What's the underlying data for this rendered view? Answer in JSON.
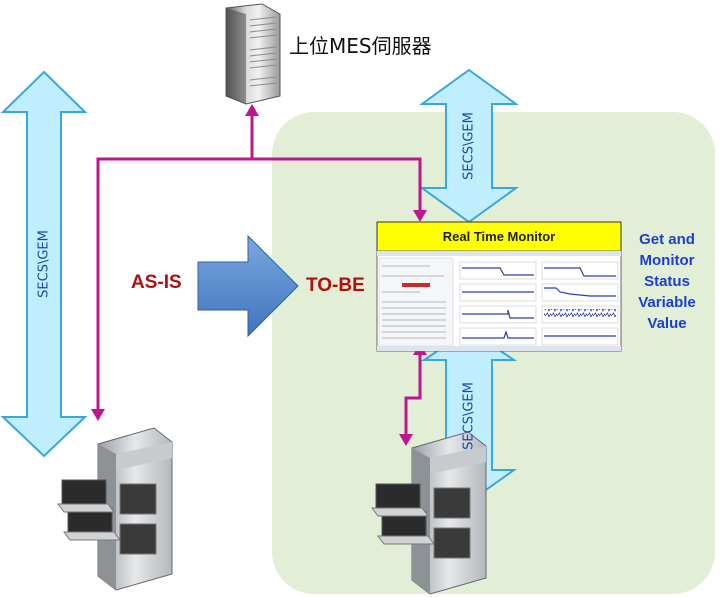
{
  "labels": {
    "server": "上位MES伺服器",
    "as_is": "AS-IS",
    "to_be": "TO-BE",
    "secs_gem": "SECS\\GEM",
    "monitor_title": "Real Time Monitor",
    "status_variable": [
      "Get and",
      "Monitor",
      "Status",
      "Variable",
      "Value"
    ]
  },
  "colors": {
    "region_fill": "#e2eed5",
    "arrow_fill": "#bfeeff",
    "arrow_stroke": "#3aa6e0",
    "link": "#c0168c",
    "big_arrow": "#5b8fd0",
    "title_bar": "#ffff00",
    "label_red": "#b01010",
    "label_blue": "#1a3fd6"
  },
  "icons": [
    "server-tower-icon",
    "equipment-machine-icon",
    "monitor-screenshot-icon"
  ]
}
